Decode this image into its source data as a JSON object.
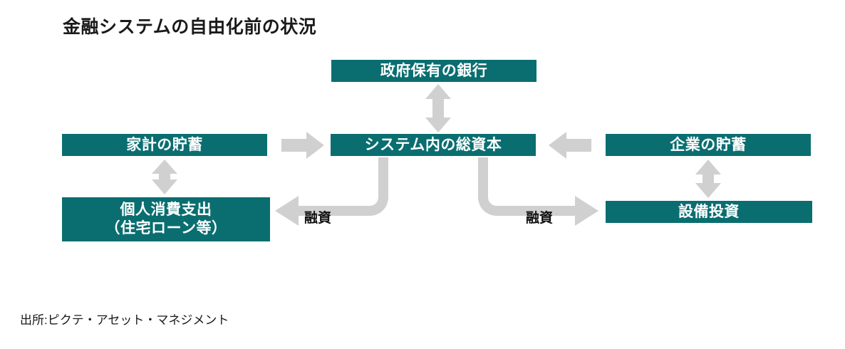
{
  "page": {
    "title": "金融システムの自由化前の状況",
    "source": "出所:ピクテ・アセット・マネジメント",
    "colors": {
      "box_fill": "#0a6e70",
      "box_text": "#ffffff",
      "arrow_fill": "#d0d0d0",
      "title_text": "#1a1a1a"
    }
  },
  "diagram": {
    "type": "flow-diagram",
    "nodes": [
      {
        "id": "gov",
        "label": "政府保有の銀行",
        "lines": [
          "政府保有の銀行"
        ]
      },
      {
        "id": "household",
        "label": "家計の貯蓄",
        "lines": [
          "家計の貯蓄"
        ]
      },
      {
        "id": "total",
        "label": "システム内の総資本",
        "lines": [
          "システム内の総資本"
        ]
      },
      {
        "id": "corp",
        "label": "企業の貯蓄",
        "lines": [
          "企業の貯蓄"
        ]
      },
      {
        "id": "consume",
        "label": "個人消費支出（住宅ローン等）",
        "lines": [
          "個人消費支出",
          "（住宅ローン等）"
        ]
      },
      {
        "id": "capex",
        "label": "設備投資",
        "lines": [
          "設備投資"
        ]
      }
    ],
    "edges": [
      {
        "id": "gov-total",
        "from": "gov",
        "to": "total",
        "style": "double-vertical",
        "label": ""
      },
      {
        "id": "household-consume",
        "from": "household",
        "to": "consume",
        "style": "double-vertical",
        "label": ""
      },
      {
        "id": "corp-capex",
        "from": "corp",
        "to": "capex",
        "style": "double-vertical",
        "label": ""
      },
      {
        "id": "household-total",
        "from": "household",
        "to": "total",
        "style": "right",
        "label": ""
      },
      {
        "id": "corp-total",
        "from": "corp",
        "to": "total",
        "style": "left",
        "label": ""
      },
      {
        "id": "total-consume",
        "from": "total",
        "to": "consume",
        "style": "elbow-left",
        "label": "融資"
      },
      {
        "id": "total-capex",
        "from": "total",
        "to": "capex",
        "style": "elbow-right",
        "label": "融資"
      }
    ]
  }
}
